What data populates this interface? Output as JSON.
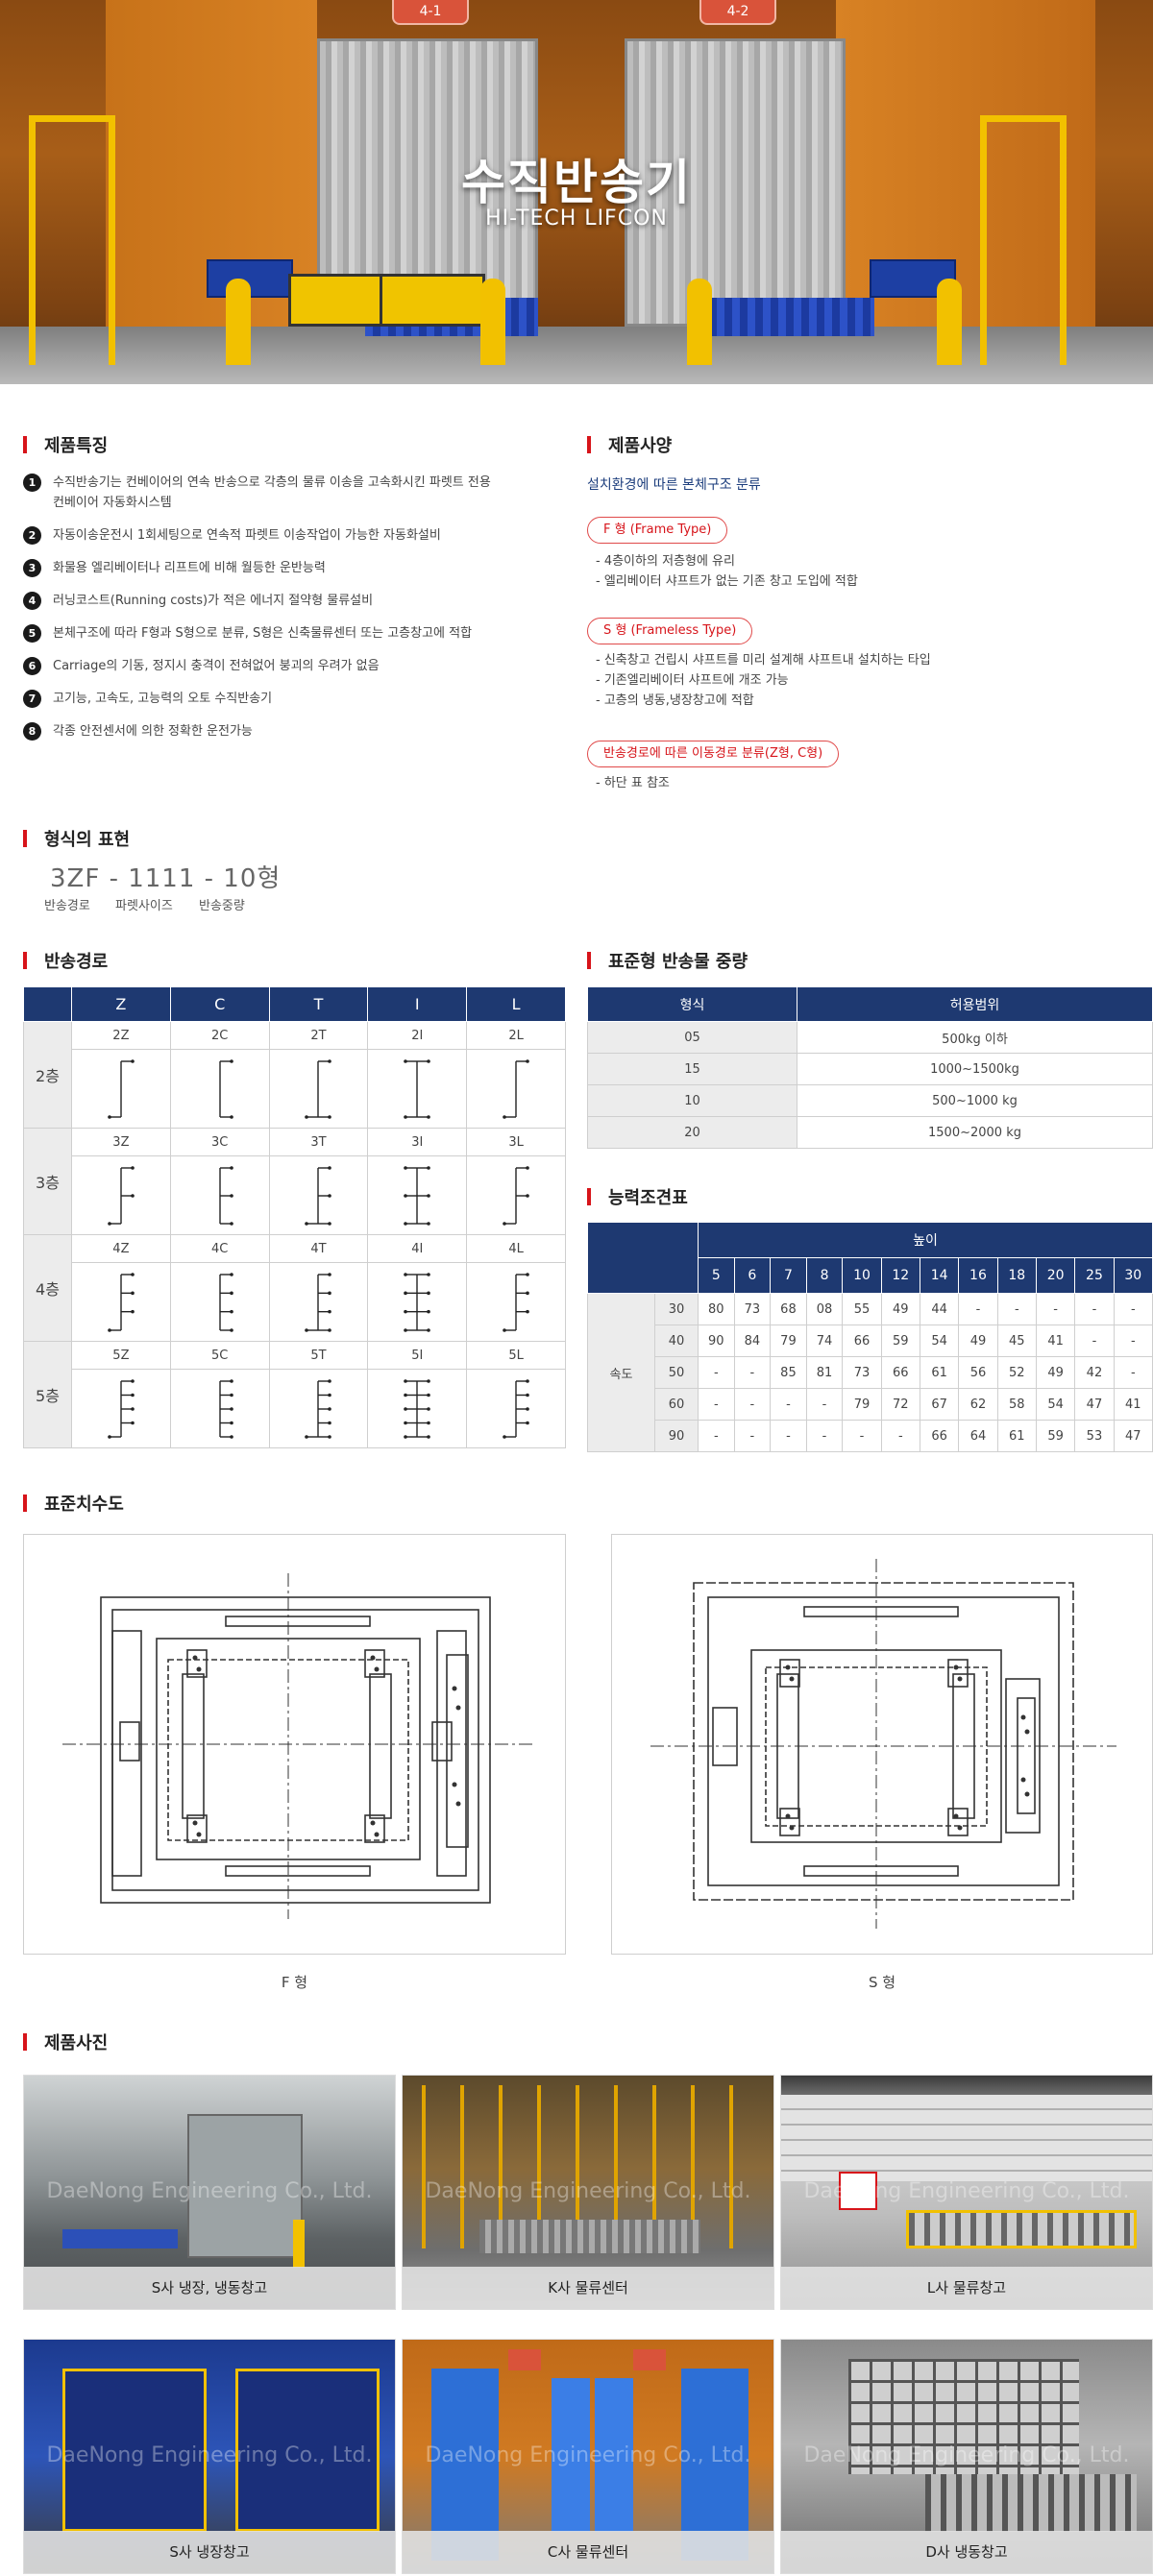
{
  "hero": {
    "title": "수직반송기",
    "subtitle": "HI-TECH LIFCON",
    "sign1": "4-1",
    "sign2": "4-2"
  },
  "features": {
    "heading": "제품특징",
    "items": [
      {
        "num": "1",
        "text": "수직반송기는 컨베이어의 연속 반송으로 각층의 물류 이송을 고속화시킨 파렛트 전용",
        "text2": "컨베이어 자동화시스템"
      },
      {
        "num": "2",
        "text": "자동이송운전시 1회세팅으로 연속적 파렛트 이송작업이 가능한 자동화설비",
        "text2": ""
      },
      {
        "num": "3",
        "text": "화물용 엘리베이터나 리프트에 비해 월등한 운반능력",
        "text2": ""
      },
      {
        "num": "4",
        "text": "러닝코스트(Running costs)가 적은 에너지 절약형 물류설비",
        "text2": ""
      },
      {
        "num": "5",
        "text": "본체구조에 따라 F형과 S형으로 분류, S형은 신축물류센터 또는 고층창고에 적합",
        "text2": ""
      },
      {
        "num": "6",
        "text": "Carriage의 기동, 정지시 충격이 전혀없어 붕괴의 우려가 없음",
        "text2": ""
      },
      {
        "num": "7",
        "text": "고기능, 고속도, 고능력의 오토 수직반송기",
        "text2": ""
      },
      {
        "num": "8",
        "text": "각종 안전센서에 의한 정확한 운전가능",
        "text2": ""
      }
    ]
  },
  "spec": {
    "heading": "제품사양",
    "subheading": "설치환경에 따른 본체구조 분류",
    "f_type": {
      "label": "F 형 (Frame Type)",
      "lines": [
        "- 4층이하의 저층형에 유리",
        "- 엘리베이터 샤프트가 없는 기존 창고 도입에 적합"
      ]
    },
    "s_type": {
      "label": "S 형 (Frameless Type)",
      "lines": [
        "- 신축창고 건립시 샤프트를 미리 설계해 샤프트내 설치하는 타입",
        "- 기존엘리베이터 샤프트에 개조 가능",
        "- 고층의 냉동,냉장창고에 적합"
      ]
    },
    "route": {
      "label": "반송경로에 따른 이동경로 분류(Z형, C형)",
      "lines": [
        "- 하단 표 참조"
      ]
    }
  },
  "model": {
    "heading": "형식의 표현",
    "code": "3ZF - 1111 - 10형",
    "captions": [
      "반송경로",
      "파렛사이즈",
      "반송중량"
    ]
  },
  "route_table": {
    "heading": "반송경로",
    "columns": [
      "Z",
      "C",
      "T",
      "I",
      "L"
    ],
    "rows": [
      {
        "floor": "2층",
        "labels": [
          "2Z",
          "2C",
          "2T",
          "2I",
          "2L"
        ]
      },
      {
        "floor": "3층",
        "labels": [
          "3Z",
          "3C",
          "3T",
          "3I",
          "3L"
        ]
      },
      {
        "floor": "4층",
        "labels": [
          "4Z",
          "4C",
          "4T",
          "4I",
          "4L"
        ]
      },
      {
        "floor": "5층",
        "labels": [
          "5Z",
          "5C",
          "5T",
          "5I",
          "5L"
        ]
      }
    ]
  },
  "weight_table": {
    "heading": "표준형 반송물 중량",
    "headers": [
      "형식",
      "허용범위"
    ],
    "rows": [
      [
        "05",
        "500kg 이하"
      ],
      [
        "15",
        "1000~1500kg"
      ],
      [
        "10",
        "500~1000 kg"
      ],
      [
        "20",
        "1500~2000 kg"
      ]
    ]
  },
  "capacity_table": {
    "heading": "능력조견표",
    "height_label": "높이",
    "speed_label": "속도",
    "heights": [
      "5",
      "6",
      "7",
      "8",
      "10",
      "12",
      "14",
      "16",
      "18",
      "20",
      "25",
      "30"
    ],
    "rows": [
      {
        "speed": "30",
        "values": [
          "80",
          "73",
          "68",
          "08",
          "55",
          "49",
          "44",
          "-",
          "-",
          "-",
          "-",
          "-"
        ]
      },
      {
        "speed": "40",
        "values": [
          "90",
          "84",
          "79",
          "74",
          "66",
          "59",
          "54",
          "49",
          "45",
          "41",
          "-",
          "-"
        ]
      },
      {
        "speed": "50",
        "values": [
          "-",
          "-",
          "85",
          "81",
          "73",
          "66",
          "61",
          "56",
          "52",
          "49",
          "42",
          "-"
        ]
      },
      {
        "speed": "60",
        "values": [
          "-",
          "-",
          "-",
          "-",
          "79",
          "72",
          "67",
          "62",
          "58",
          "54",
          "47",
          "41"
        ]
      },
      {
        "speed": "90",
        "values": [
          "-",
          "-",
          "-",
          "-",
          "-",
          "-",
          "66",
          "64",
          "61",
          "59",
          "53",
          "47"
        ]
      }
    ]
  },
  "drawings": {
    "heading": "표준치수도",
    "f_caption": "F 형",
    "s_caption": "S 형"
  },
  "photos": {
    "heading": "제품사진",
    "watermark": "DaeNong Engineering Co., Ltd.",
    "items": [
      {
        "caption": "S사 냉장, 냉동창고"
      },
      {
        "caption": "K사 물류센터"
      },
      {
        "caption": "L사 물류창고"
      },
      {
        "caption": "S사 냉장창고"
      },
      {
        "caption": "C사 물류센터"
      },
      {
        "caption": "D사 냉동창고"
      }
    ]
  }
}
